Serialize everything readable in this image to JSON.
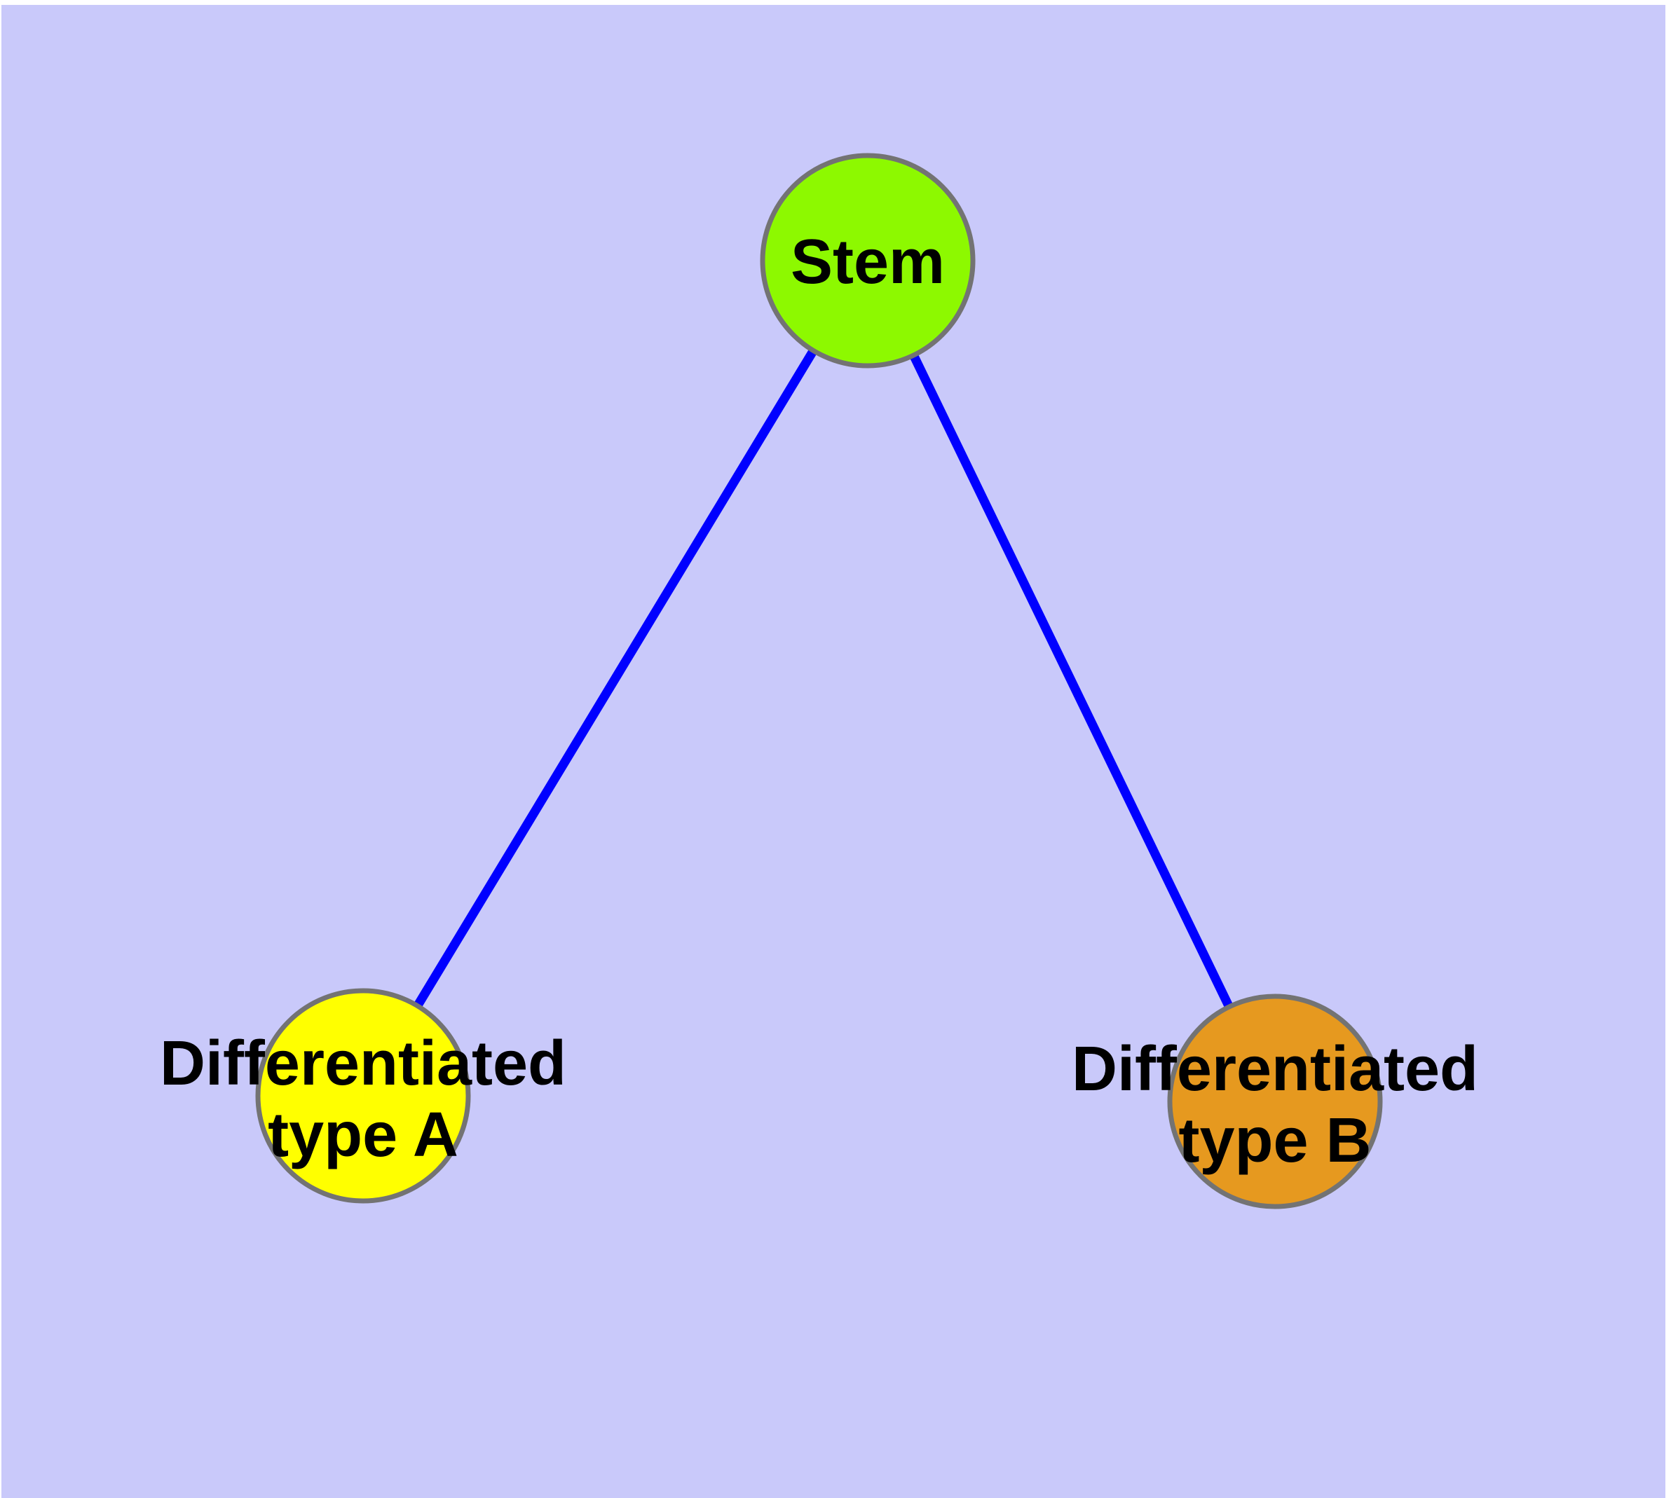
{
  "page": {
    "background": "#FFFFFF",
    "plot_background": "#C9C9FA"
  },
  "diagram": {
    "type": "graph",
    "text_color": "#000000",
    "node_border_color": "#737373",
    "nodes": [
      {
        "id": "stem",
        "label": "Stem",
        "label_lines": [
          "Stem"
        ],
        "fill": "#8DF900"
      },
      {
        "id": "differentiated-type-a",
        "label": "Differentiated type A",
        "label_lines": [
          "Differentiated",
          "type A"
        ],
        "fill": "#FFFF00"
      },
      {
        "id": "differentiated-type-b",
        "label": "Differentiated type B",
        "label_lines": [
          "Differentiated",
          "type B"
        ],
        "fill": "#E6991F"
      }
    ],
    "edges": [
      {
        "from": "stem",
        "to": "differentiated-type-a",
        "color": "#0000FF"
      },
      {
        "from": "stem",
        "to": "differentiated-type-b",
        "color": "#0000FF"
      }
    ]
  }
}
